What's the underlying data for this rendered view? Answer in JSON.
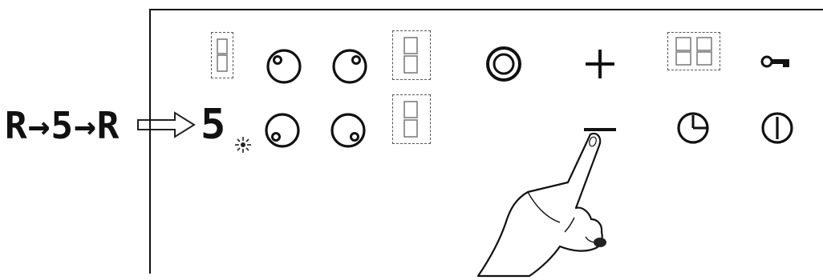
{
  "sequence": {
    "display_text": "R→5→R"
  },
  "display": {
    "current_level": "5"
  },
  "icons": {
    "arrow": "outline-arrow-right",
    "hob_front_left": "burner-front-left-icon",
    "hob_rear_left": "burner-rear-left-icon",
    "hob_rear_right": "burner-rear-right-icon",
    "hob_front_right": "burner-front-right-icon",
    "dual_zone": "dual-ring-icon",
    "plus": "plus-icon",
    "minus": "minus-icon",
    "timer": "timer-icon",
    "lock": "key-icon",
    "power": "power-icon",
    "active": "sparkle-icon",
    "hand": "pointing-hand-icon"
  }
}
